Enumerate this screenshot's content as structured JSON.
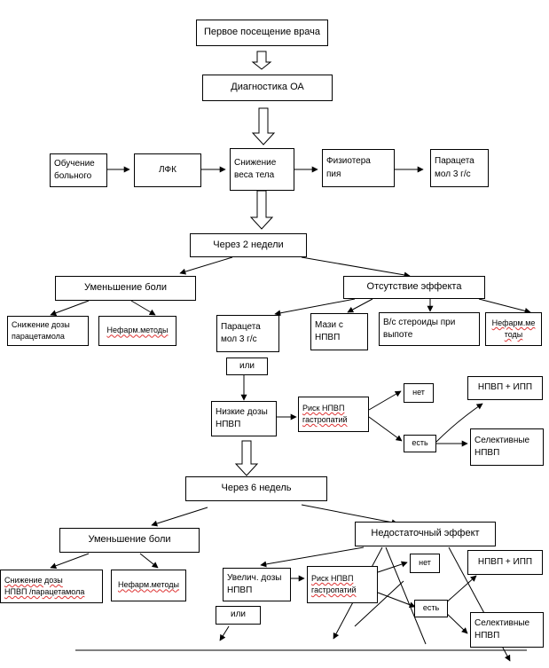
{
  "diagram": {
    "nodes": {
      "first_visit": "Первое посещение врача",
      "diagnosis": "Диагностика ОА",
      "education": "Обучение\nбольного",
      "lfk": "ЛФК",
      "weight_loss": "Снижение\nвеса тела",
      "physio": "Физиотера\nпия",
      "paracetamol_top": "Парацета\nмол 3 г/с",
      "after_2_weeks": "Через 2 недели",
      "pain_decrease_1": "Уменьшение боли",
      "no_effect": "Отсутствие эффекта",
      "reduce_dose_1": "Снижение дозы\nпарацетамола",
      "nonpharm_1": "Нефарм.методы",
      "paracetamol_mid": "Парацета\nмол 3 г/с",
      "ointments": "Мази с\nНПВП",
      "steroids": "В/с стероиды при\nвыпоте",
      "nonpharm_2": "Нефарм.ме\nтоды",
      "or_1": "или",
      "low_dose_nsaid": "Низкие дозы\nНПВП",
      "risk_1": "Риск НПВП\nгастропатий",
      "no_1": "нет",
      "yes_1": "есть",
      "nsaid_ppi_1": "НПВП + ИПП",
      "selective_1": "Селективные\nНПВП",
      "after_6_weeks": "Через 6 недель",
      "pain_decrease_2": "Уменьшение боли",
      "insufficient": "Недостаточный эффект",
      "reduce_dose_2": "Снижение дозы\nНПВП /парацетамола",
      "nonpharm_3": "Нефарм.методы",
      "increase_dose": "Увелич. дозы\nНПВП",
      "risk_2": "Риск НПВП\nгастропатий",
      "no_2": "нет",
      "yes_2": "есть",
      "nsaid_ppi_2": "НПВП + ИПП",
      "selective_2": "Селективные\nНПВП",
      "or_2": "или"
    }
  }
}
